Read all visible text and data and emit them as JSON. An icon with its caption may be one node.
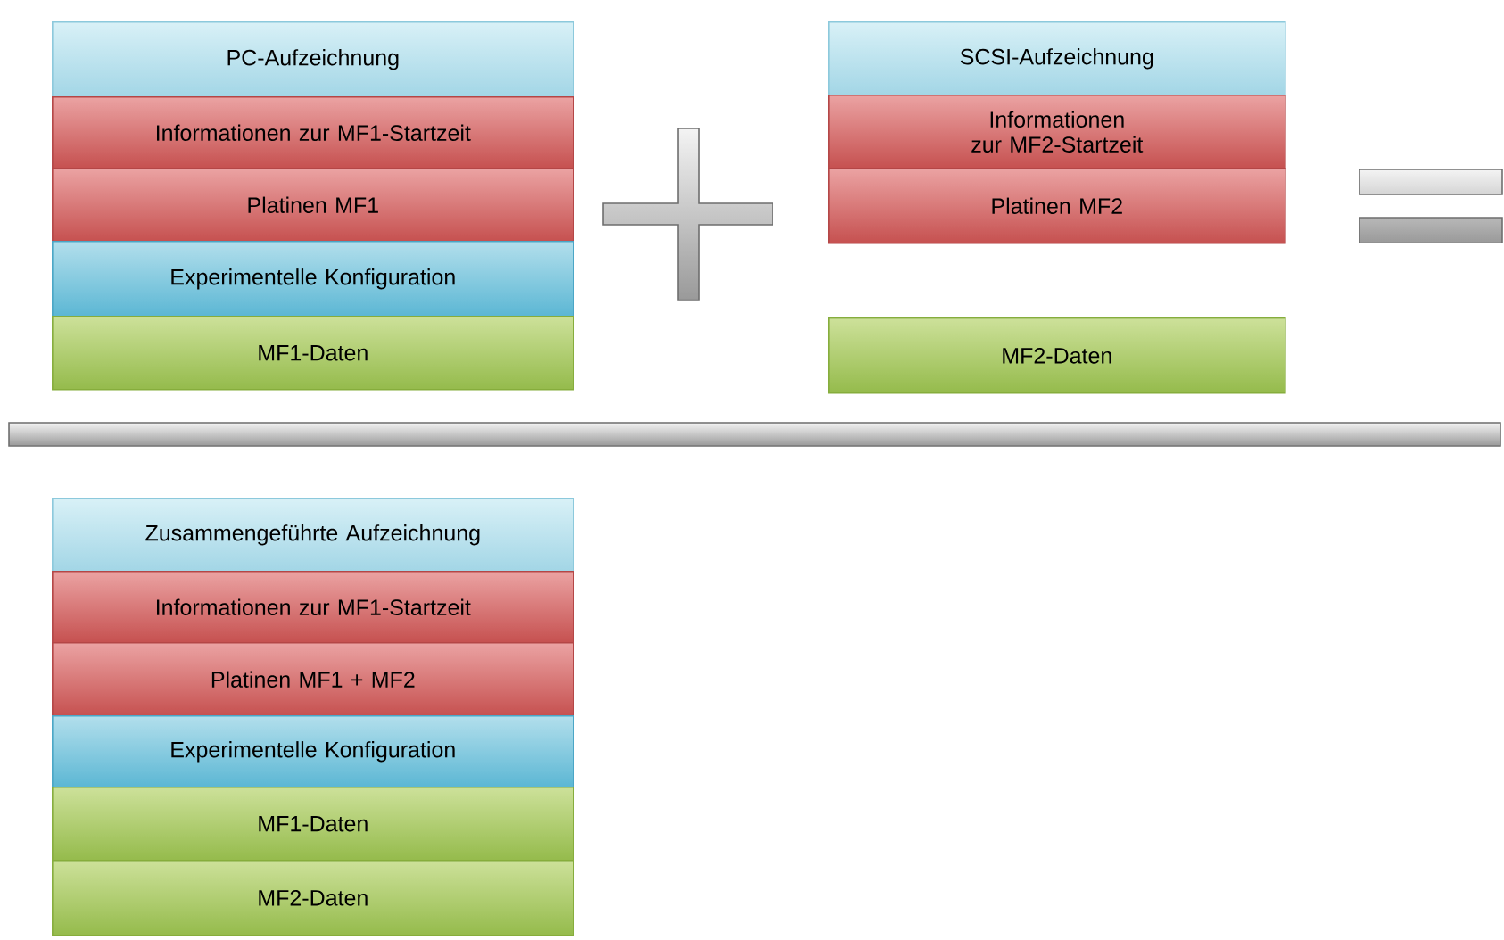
{
  "diagram": {
    "nodes": [
      {
        "text": [
          "PC-Aufzeichnung"
        ]
      },
      {
        "text": [
          "Informationen zur MF1-Startzeit"
        ]
      },
      {
        "text": [
          "Platinen MF1"
        ]
      },
      {
        "text": [
          "Experimentelle Konfiguration"
        ]
      },
      {
        "text": [
          "MF1-Daten"
        ]
      },
      {
        "text": [
          "SCSI-Aufzeichnung"
        ]
      },
      {
        "text": [
          "Informationen zur MF2-Startzeit"
        ]
      },
      {
        "text": [
          "Platinen MF2"
        ]
      },
      {
        "text": [
          "MF2-Daten"
        ]
      },
      {
        "text": [
          "Zusammengeführte Aufzeichnung"
        ]
      },
      {
        "text": [
          "Informationen zur MF1-Startzeit"
        ]
      },
      {
        "text": [
          "Platinen MF1 + MF2"
        ]
      },
      {
        "text": [
          "Experimentelle Konfiguration"
        ]
      },
      {
        "text": [
          "MF1-Daten"
        ]
      },
      {
        "text": [
          "MF2-Daten"
        ]
      }
    ]
  }
}
